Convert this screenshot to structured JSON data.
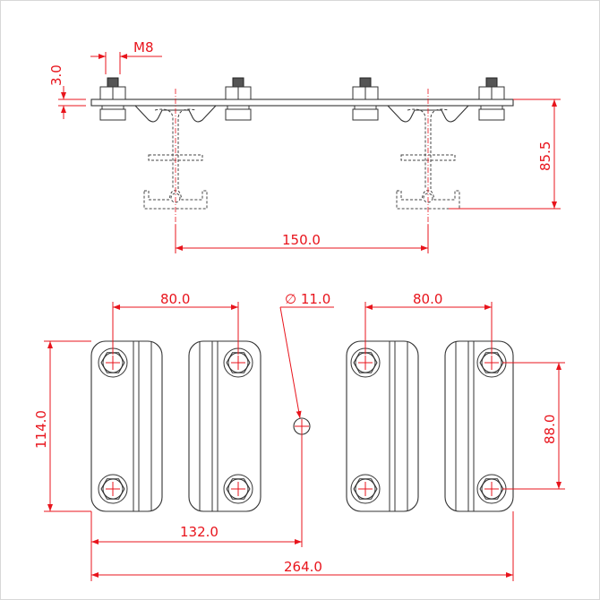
{
  "top_view": {
    "thread_label": "M8",
    "thickness_label": "3.0",
    "height_label": "85.5",
    "rail_spacing_label": "150.0"
  },
  "bottom_view": {
    "bolt_spacing_left_label": "80.0",
    "bolt_spacing_right_label": "80.0",
    "hole_diameter_label": "∅ 11.0",
    "plate_height_label": "114.0",
    "bolt_vertical_spacing_label": "88.0",
    "half_length_label": "132.0",
    "total_length_label": "264.0"
  },
  "colors": {
    "dimension": "#e8141c",
    "outline": "#333333"
  }
}
